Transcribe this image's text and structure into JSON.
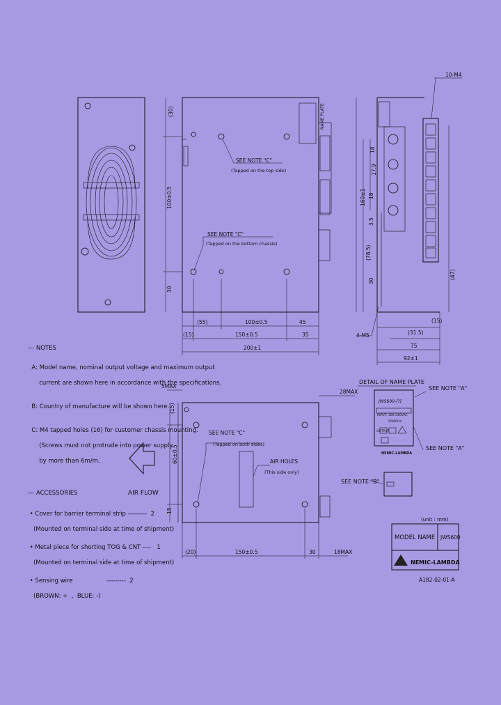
{
  "notes": {
    "header": "NOTES",
    "a_label": "A:",
    "a_line1": "Model name, nominal output voltage and maximum output",
    "a_line2": "current are shown here in accordance with the specifications.",
    "b_label": "B:",
    "b_line1": "Country of manufacture will be shown here.",
    "c_label": "C:",
    "c_line1": "M4 tapped holes (16) for customer chassis mounting.",
    "c_line2": "(Screws must not protrude into power supply",
    "c_line3": "by more than 6m/m."
  },
  "accessories": {
    "header": "ACCESSORIES",
    "item1": "Cover for barrier terminal strip ---------  2",
    "item1_sub": "(Mounted on terminal side at time of shipment)",
    "item2": "Metal piece for shorting TOG & CNT ----   1",
    "item2_sub": "(Mounted on terminal side at time of shipment)",
    "item3": "Sensing wire                  ---------  2",
    "item3_sub": "(BROWN: +  ,  BLUE: -)"
  },
  "airflow": "AIR FLOW",
  "top_view": {
    "name_plate": "NAME PLATE",
    "see_note_c1": "SEE NOTE \"C\"",
    "tapped_top": "(Tapped on the top side)",
    "see_note_c2": "SEE NOTE \"C\"",
    "tapped_bottom": "(Tapped on the bottom chassis)",
    "dim_30_top": "(30)",
    "dim_100_v": "100±0.5",
    "dim_30_bot": "30",
    "dim_55": "(55)",
    "dim_100_h": "100±0.5",
    "dim_45": "45",
    "dim_15": "(15)",
    "dim_150": "150±0.5",
    "dim_35": "35",
    "dim_200": "200±1"
  },
  "side_view": {
    "label_10m4": "10-M4",
    "dim_160": "160±1",
    "dim_18a": "18",
    "dim_179": "17.9",
    "dim_18b": "18",
    "dim_35": "3.5",
    "dim_785": "(78.5)",
    "dim_30": "30",
    "dim_47": "(47)",
    "label_4m5": "4-M5",
    "dim_315": "(31.5)",
    "dim_75": "75",
    "dim_92": "92±1",
    "dim_15": "(15)"
  },
  "bottom_view": {
    "dim_5max": "5MAX",
    "dim_28max": "28MAX",
    "dim_15": "(15)",
    "dim_60": "60±0.5",
    "dim_15b": "15",
    "see_note_c": "SEE NOTE \"C\"",
    "tapped_both": "(Tapped on both sides)",
    "air_holes": "AIR HOLES",
    "this_side": "(This side only)",
    "dim_20": "(20)",
    "dim_150": "150±0.5",
    "dim_30": "30",
    "dim_18max": "18MAX"
  },
  "name_plate_detail": {
    "title": "DETAIL OF NAME PLATE",
    "model": "JWS600-[?]",
    "input": "INPUT: 100-240VAC",
    "freq": "50/60Hz",
    "output": "OUTPUT",
    "see_note_a1": "SEE NOTE \"A\"",
    "see_note_a2": "SEE NOTE \"A\"",
    "see_note_b": "SEE NOTE \"B\"",
    "brand": "NEMIC-LAMBDA"
  },
  "title_block": {
    "unit": "(unit : mm)",
    "model_label": "MODEL NAME",
    "model_value": "JWS600",
    "brand": "NEMIC-LAMBDA",
    "drawing_no": "A182-02-01-A"
  }
}
